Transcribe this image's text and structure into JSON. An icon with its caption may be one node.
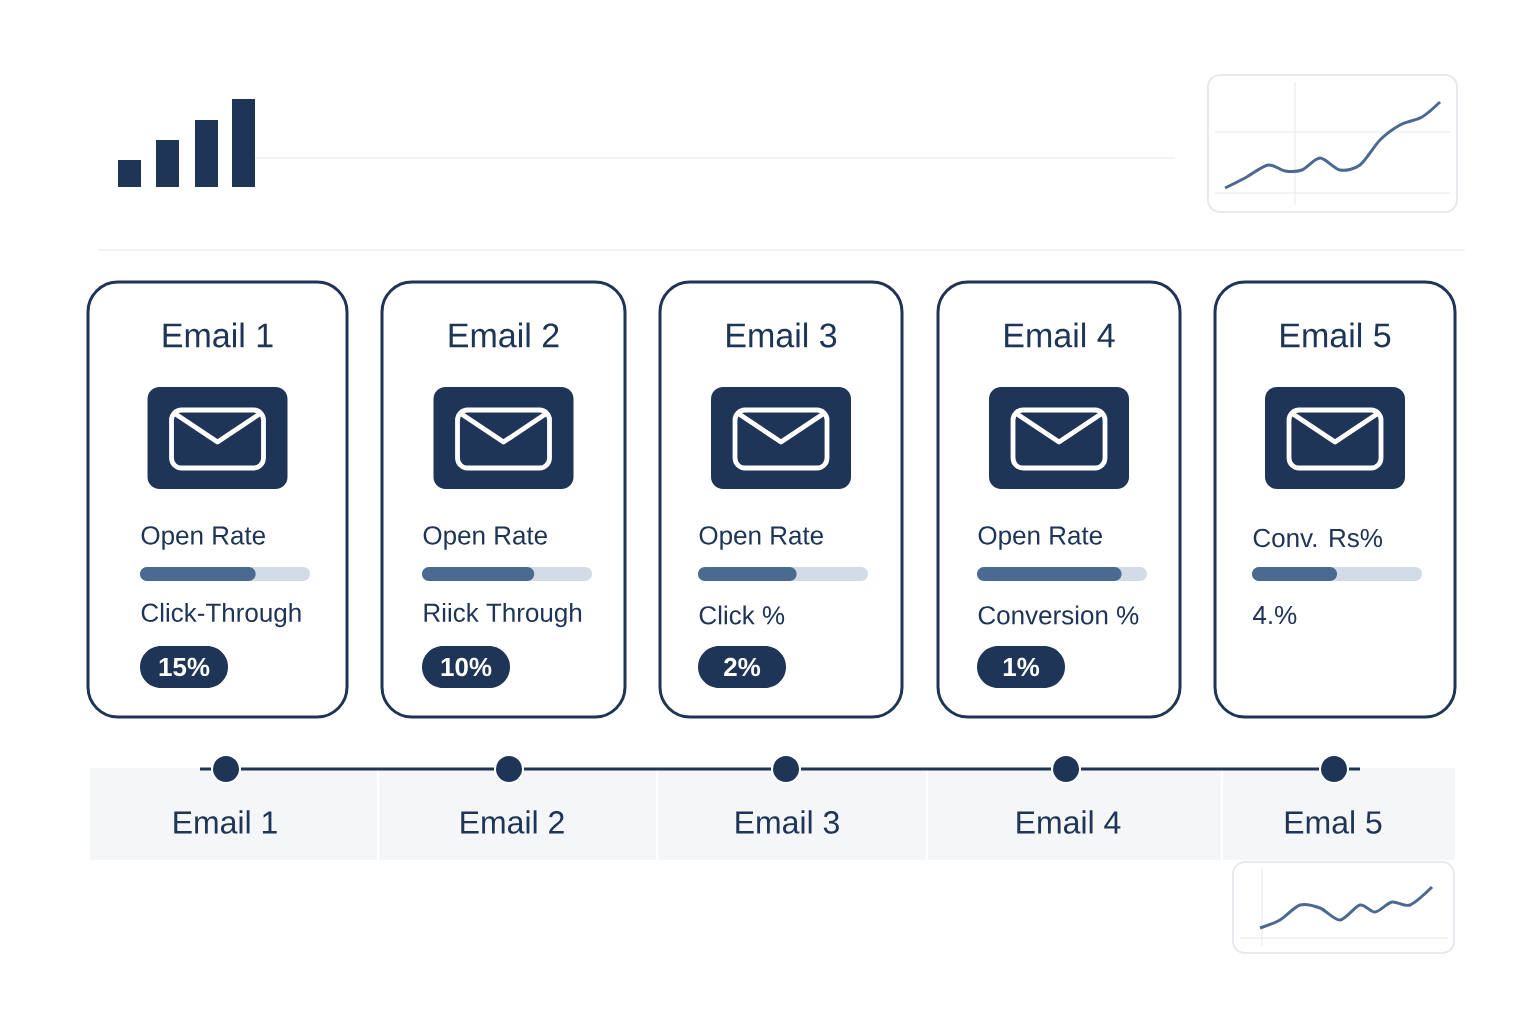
{
  "diagram": {
    "nodes": [
      {
        "text": [
          "Email 1",
          "Open Rate",
          "Click-Through"
        ]
      },
      {
        "text": [
          "15%"
        ],
        "in": 0
      },
      {
        "text": [
          "Email 2",
          "Open Rate",
          "Riick Through"
        ]
      },
      {
        "text": [
          "10%"
        ],
        "in": 2
      },
      {
        "text": [
          "Email 3",
          "Open Rate",
          "Click %"
        ]
      },
      {
        "text": [
          "2%"
        ],
        "in": 4
      },
      {
        "text": [
          "Email 4",
          "Open Rate",
          "Conversion %"
        ]
      },
      {
        "text": [
          "1%"
        ],
        "in": 6
      },
      {
        "text": [
          "Email 5",
          "Conv. Rs%",
          "4.%"
        ]
      },
      {
        "text": [],
        "shape": "circle",
        "beside": [
          "Email 1"
        ]
      },
      {
        "text": [],
        "shape": "circle",
        "beside": [
          "Email 2"
        ]
      },
      {
        "text": [],
        "shape": "circle",
        "beside": [
          "Email 3"
        ]
      },
      {
        "text": [],
        "shape": "circle",
        "beside": [
          "Email 4"
        ]
      },
      {
        "text": [],
        "shape": "circle",
        "beside": [
          "Emal 5"
        ]
      }
    ],
    "edges": [
      {
        "from": 9,
        "to": 10,
        "arrow": "none"
      },
      {
        "from": 10,
        "to": 11,
        "arrow": "none"
      },
      {
        "from": 11,
        "to": 12,
        "arrow": "none"
      },
      {
        "from": 12,
        "to": 13,
        "arrow": "none"
      }
    ]
  }
}
